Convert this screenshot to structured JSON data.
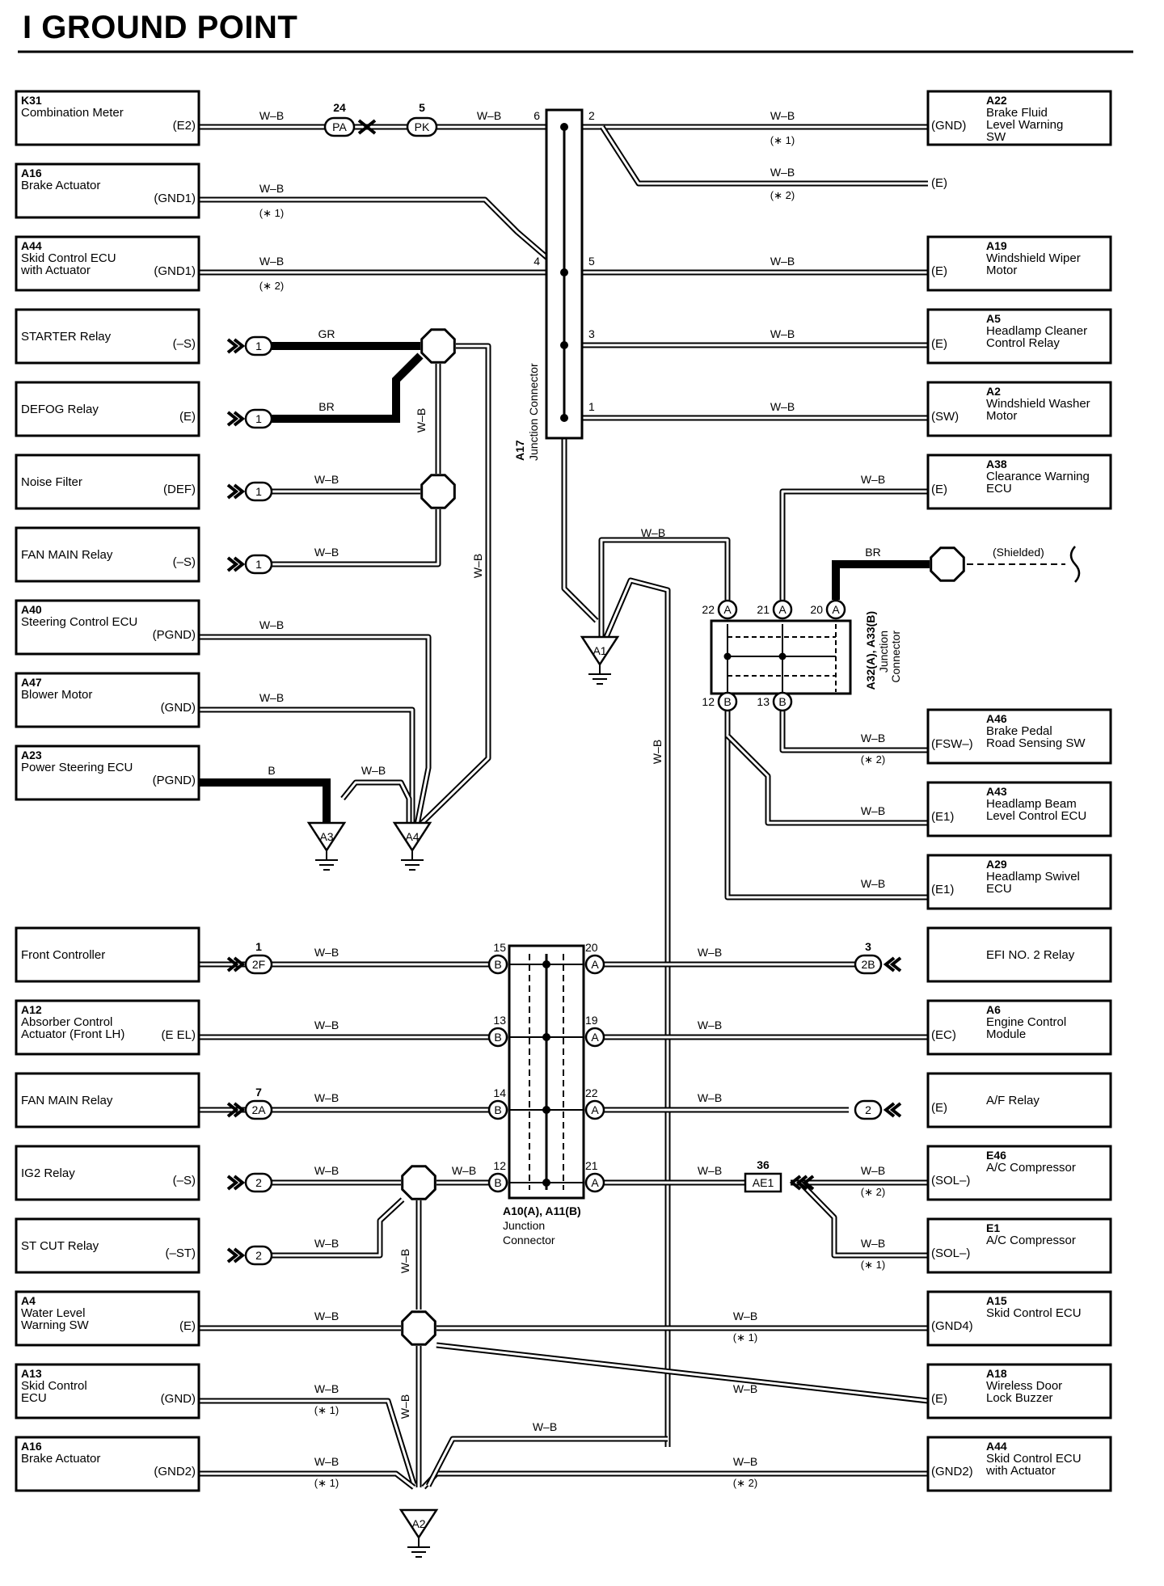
{
  "title": "I  GROUND POINT",
  "wire_labels": {
    "wb": "W–B",
    "b": "B",
    "br": "BR",
    "gr": "GR"
  },
  "notes": {
    "n1": "(∗ 1)",
    "n2": "(∗ 2)",
    "shielded": "(Shielded)"
  },
  "junctions": {
    "a17": {
      "name": "A17",
      "sub": "Junction Connector"
    },
    "a32": {
      "name": "A32(A), A33(B)",
      "sub1": "Junction",
      "sub2": "Connector"
    },
    "a10": {
      "name": "A10(A), A11(B)",
      "sub1": "Junction",
      "sub2": "Connector"
    }
  },
  "grounds": [
    "A1",
    "A2",
    "A3",
    "A4"
  ],
  "left_components": [
    {
      "code": "K31",
      "name": [
        "Combination Meter"
      ],
      "pin": "(E2)"
    },
    {
      "code": "A16",
      "name": [
        "Brake Actuator"
      ],
      "pin": "(GND1)"
    },
    {
      "code": "A44",
      "name": [
        "Skid Control ECU",
        "with Actuator"
      ],
      "pin": "(GND1)"
    },
    {
      "code": "",
      "name": [
        "STARTER Relay"
      ],
      "pin": "(–S)"
    },
    {
      "code": "",
      "name": [
        "DEFOG Relay"
      ],
      "pin": "(E)"
    },
    {
      "code": "",
      "name": [
        "Noise Filter"
      ],
      "pin": "(DEF)"
    },
    {
      "code": "",
      "name": [
        "FAN MAIN Relay"
      ],
      "pin": "(–S)"
    },
    {
      "code": "A40",
      "name": [
        "Steering Control ECU"
      ],
      "pin": "(PGND)"
    },
    {
      "code": "A47",
      "name": [
        "Blower Motor"
      ],
      "pin": "(GND)"
    },
    {
      "code": "A23",
      "name": [
        "Power Steering ECU"
      ],
      "pin": "(PGND)"
    },
    {
      "code": "",
      "name": [
        "Front Controller"
      ],
      "pin": ""
    },
    {
      "code": "A12",
      "name": [
        "Absorber Control",
        "Actuator (Front LH)"
      ],
      "pin": "(E EL)"
    },
    {
      "code": "",
      "name": [
        "FAN MAIN Relay"
      ],
      "pin": ""
    },
    {
      "code": "",
      "name": [
        "IG2 Relay"
      ],
      "pin": "(–S)"
    },
    {
      "code": "",
      "name": [
        "ST CUT Relay"
      ],
      "pin": "(–ST)"
    },
    {
      "code": "A4",
      "name": [
        "Water Level",
        "Warning SW"
      ],
      "pin": "(E)"
    },
    {
      "code": "A13",
      "name": [
        "Skid Control",
        "ECU"
      ],
      "pin": "(GND)"
    },
    {
      "code": "A16",
      "name": [
        "Brake Actuator"
      ],
      "pin": "(GND2)"
    }
  ],
  "right_components": [
    {
      "code": "A22",
      "name": [
        "Brake Fluid",
        "Level Warning",
        "SW"
      ],
      "pin": "(GND)",
      "pin2": "(E)"
    },
    {
      "code": "A19",
      "name": [
        "Windshield Wiper",
        "Motor"
      ],
      "pin": "(E)"
    },
    {
      "code": "A5",
      "name": [
        "Headlamp Cleaner",
        "Control Relay"
      ],
      "pin": "(E)"
    },
    {
      "code": "A2",
      "name": [
        "Windshield Washer",
        "Motor"
      ],
      "pin": "(SW)"
    },
    {
      "code": "A38",
      "name": [
        "Clearance Warning",
        "ECU"
      ],
      "pin": "(E)"
    },
    {
      "code": "A46",
      "name": [
        "Brake Pedal",
        "Road Sensing SW"
      ],
      "pin": "(FSW–)"
    },
    {
      "code": "A43",
      "name": [
        "Headlamp Beam",
        "Level Control ECU"
      ],
      "pin": "(E1)"
    },
    {
      "code": "A29",
      "name": [
        "Headlamp Swivel",
        "ECU"
      ],
      "pin": "(E1)"
    },
    {
      "code": "",
      "name": [
        "EFI NO. 2 Relay"
      ],
      "pin": ""
    },
    {
      "code": "A6",
      "name": [
        "Engine Control",
        "Module"
      ],
      "pin": "(EC)"
    },
    {
      "code": "",
      "name": [
        "A/F Relay"
      ],
      "pin": "(E)"
    },
    {
      "code": "E46",
      "name": [
        "A/C Compressor"
      ],
      "pin": "(SOL–)"
    },
    {
      "code": "E1",
      "name": [
        "A/C Compressor"
      ],
      "pin": "(SOL–)"
    },
    {
      "code": "A15",
      "name": [
        "Skid Control ECU"
      ],
      "pin": "(GND4)"
    },
    {
      "code": "A18",
      "name": [
        "Wireless Door",
        "Lock Buzzer"
      ],
      "pin": "(E)"
    },
    {
      "code": "A44",
      "name": [
        "Skid Control ECU",
        "with Actuator"
      ],
      "pin": "(GND2)"
    }
  ],
  "connector_plugs": [
    "PA",
    "PK",
    "1",
    "1",
    "1",
    "1",
    "2F",
    "2A",
    "2",
    "2",
    "2B",
    "2",
    "AE1"
  ],
  "connector_plug_pins": [
    "24",
    "5",
    "1",
    "7",
    "3",
    "36"
  ],
  "a17_pins": [
    "6",
    "4",
    "2",
    "5",
    "3",
    "1"
  ],
  "a32_pins": [
    {
      "num": "22",
      "letter": "A"
    },
    {
      "num": "21",
      "letter": "A"
    },
    {
      "num": "20",
      "letter": "A"
    },
    {
      "num": "12",
      "letter": "B"
    },
    {
      "num": "13",
      "letter": "B"
    }
  ],
  "a10_left_pins": [
    {
      "num": "15",
      "letter": "B"
    },
    {
      "num": "13",
      "letter": "B"
    },
    {
      "num": "14",
      "letter": "B"
    },
    {
      "num": "12",
      "letter": "B"
    }
  ],
  "a10_right_pins": [
    {
      "num": "20",
      "letter": "A"
    },
    {
      "num": "19",
      "letter": "A"
    },
    {
      "num": "22",
      "letter": "A"
    },
    {
      "num": "21",
      "letter": "A"
    }
  ]
}
